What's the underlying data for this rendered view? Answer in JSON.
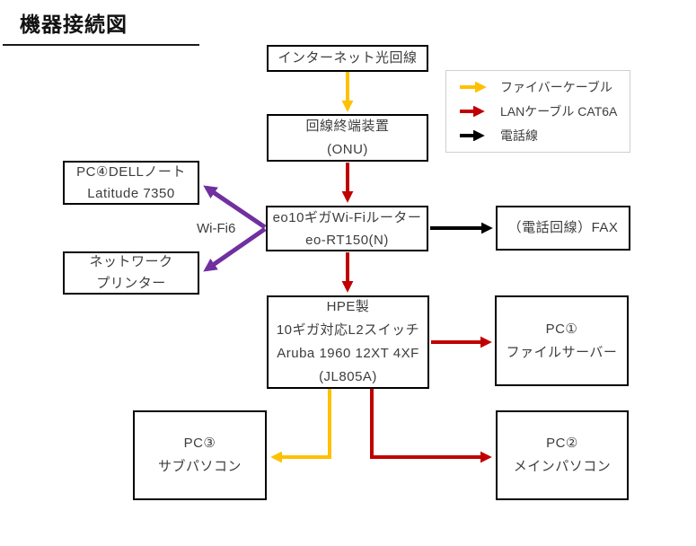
{
  "title": "機器接続図",
  "legend": {
    "items": [
      {
        "name": "fiber-cable",
        "label": "ファイバーケーブル",
        "color": "#FFC000"
      },
      {
        "name": "lan-cable",
        "label": "LANケーブル CAT6A",
        "color": "#C00000"
      },
      {
        "name": "phone-line",
        "label": "電話線",
        "color": "#000000"
      }
    ]
  },
  "nodes": {
    "internet": {
      "lines": [
        "インターネット光回線"
      ]
    },
    "onu": {
      "lines": [
        "回線終端装置",
        "(ONU)"
      ]
    },
    "pc4": {
      "lines": [
        "PC④DELLノート",
        "Latitude 7350"
      ]
    },
    "printer": {
      "lines": [
        "ネットワーク",
        "プリンター"
      ]
    },
    "router": {
      "lines": [
        "eo10ギガWi-Fiルーター",
        "eo-RT150(N)"
      ]
    },
    "fax": {
      "lines": [
        "（電話回線）FAX"
      ]
    },
    "switch": {
      "lines": [
        "HPE製",
        "10ギガ対応L2スイッチ",
        "Aruba 1960 12XT 4XF",
        "(JL805A)"
      ]
    },
    "pc1": {
      "lines": [
        "PC①",
        "ファイルサーバー"
      ]
    },
    "pc2": {
      "lines": [
        "PC②",
        "メインパソコン"
      ]
    },
    "pc3": {
      "lines": [
        "PC③",
        "サブパソコン"
      ]
    }
  },
  "labels": {
    "wifi": "Wi-Fi6"
  },
  "colors": {
    "fiber": "#FFC000",
    "lan": "#C00000",
    "phone": "#000000",
    "wifi": "#7030A0"
  }
}
